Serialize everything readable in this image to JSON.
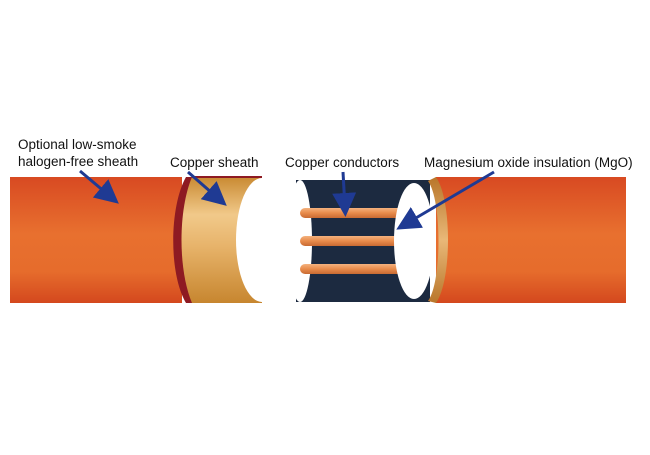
{
  "labels": {
    "optional_sheath_line1": "Optional low-smoke",
    "optional_sheath_line2": "halogen-free sheath",
    "copper_sheath": "Copper sheath",
    "copper_conductors": "Copper conductors",
    "magnesium_oxide": "Magnesium oxide insulation (MgO)"
  },
  "colors": {
    "outer_sheath_orange": "#e0602a",
    "outer_sheath_edge": "#d4481e",
    "dark_red_rim": "#8e1a22",
    "copper_gold": "#d9973d",
    "mgo_white": "#ffffff",
    "core_navy": "#1c2a40",
    "conductor_copper": "#e59157",
    "arrow_blue": "#1f3a93"
  },
  "conductor_count": 3
}
